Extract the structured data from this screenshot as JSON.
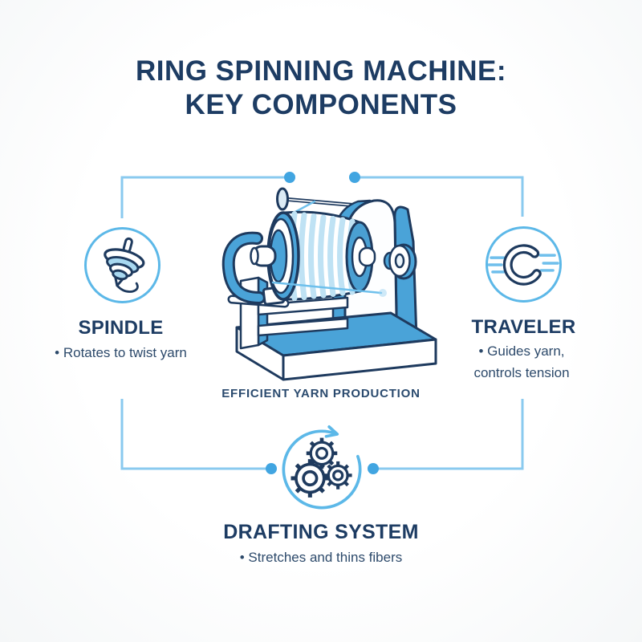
{
  "title": {
    "line1": "RING SPINNING MACHINE:",
    "line2": "KEY COMPONENTS"
  },
  "caption": "EFFICIENT YARN PRODUCTION",
  "components": {
    "spindle": {
      "label": "SPINDLE",
      "description": "• Rotates to twist yarn",
      "icon": "spinning-top-icon"
    },
    "traveler": {
      "label": "TRAVELER",
      "description_line1": "• Guides yarn,",
      "description_line2": "controls tension",
      "icon": "traveler-hook-icon"
    },
    "drafting": {
      "label": "DRAFTING SYSTEM",
      "description": "• Stretches and thins fibers",
      "icon": "gears-cycle-icon"
    }
  },
  "colors": {
    "heading_navy": "#1d3c63",
    "body_text": "#2d4a6b",
    "outline_navy": "#1e3a5e",
    "machine_blue": "#4aa3d8",
    "stripe_light_blue": "#bfe2f4",
    "icon_circle_blue": "#5cb8e8",
    "connector_line": "#8acaef",
    "connector_dot": "#41a5e1",
    "thread_blue": "#6fc0ec"
  }
}
